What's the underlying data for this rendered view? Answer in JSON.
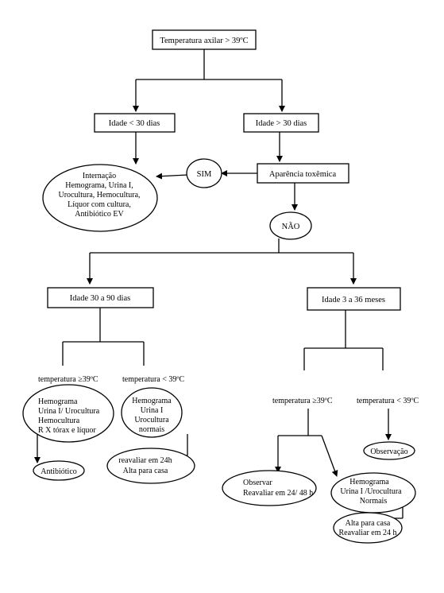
{
  "nodes": {
    "root": "Temperatura axilar > 39ºC",
    "age_lt_30": "Idade < 30 dias",
    "age_gt_30": "Idade > 30 dias",
    "sim": "SIM",
    "toxic": "Aparência toxêmica",
    "internacao": [
      "Internação",
      "Hemograma, Urina I,",
      "Urocultura, Hemocultura,",
      "Líquor com cultura,",
      "Antibiótico EV"
    ],
    "nao": "NÃO",
    "age_30_90": "Idade  30 a 90 dias",
    "age_3_36": "Idade 3 a 36  meses",
    "temp_ge_a": "temperatura  ≥39ºC",
    "temp_lt_a": "temperatura < 39ºC",
    "exams_a": [
      "Hemograma",
      "Urina I/ Urocultura",
      "Hemocultura",
      "R X tórax e líquor"
    ],
    "exams_b": [
      "Hemograma",
      "Urina I",
      "Urocultura",
      "normais"
    ],
    "antibiotico": "Antibiótico",
    "reavaliar_24": [
      "reavaliar em 24h",
      "Alta para casa"
    ],
    "temp_ge_b": "temperatura  ≥39ºC",
    "temp_lt_b": "temperatura < 39ºC",
    "observacao": "Observação",
    "observar": [
      "Observar",
      "Reavaliar em 24/ 48 h"
    ],
    "exams_c": [
      "Hemograma",
      "Urina I /Urocultura",
      "Normais"
    ],
    "alta": [
      "Alta para casa",
      "Reavaliar em 24 h"
    ]
  }
}
